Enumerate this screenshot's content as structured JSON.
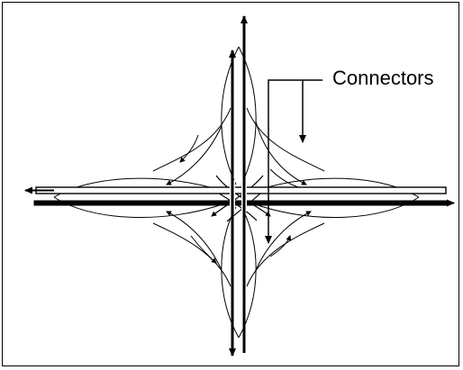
{
  "annotation": {
    "label": "Connectors"
  },
  "colors": {
    "stroke": "#000000",
    "road_fill": "#ffffff",
    "background": "#ffffff"
  },
  "elements": {
    "roadways": [
      "north-south-roadway",
      "east-west-roadway"
    ],
    "ramps": [
      "loop-ramp-northeast",
      "loop-ramp-northwest",
      "loop-ramp-southeast",
      "loop-ramp-southwest"
    ]
  }
}
